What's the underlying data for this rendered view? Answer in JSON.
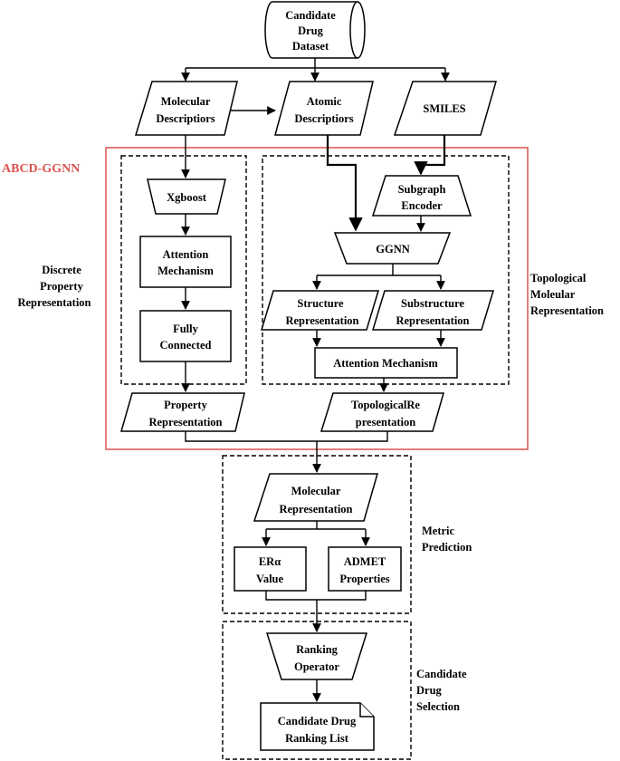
{
  "diagram": {
    "title": "ABCD-GGNN",
    "nodes": {
      "dataset": [
        "Candidate",
        "Drug",
        "Dataset"
      ],
      "mol_desc": [
        "Molecular",
        "Descriptiors"
      ],
      "atom_desc": [
        "Atomic",
        "Descriptiors"
      ],
      "smiles": [
        "SMILES"
      ],
      "xgboost": [
        "Xgboost"
      ],
      "attn1": [
        "Attention",
        "Mechanism"
      ],
      "fc": [
        "Fully",
        "Connected"
      ],
      "subgraph": [
        "Subgraph",
        "Encoder"
      ],
      "ggnn": [
        "GGNN"
      ],
      "struct_rep": [
        "Structure",
        "Representation"
      ],
      "substruct_rep": [
        "Substructure",
        "Representation"
      ],
      "attn2": [
        "Attention Mechanism"
      ],
      "prop_rep": [
        "Property",
        "Representation"
      ],
      "topo_rep": [
        "TopologicalRe",
        "presentation"
      ],
      "mol_rep": [
        "Molecular",
        "Representation"
      ],
      "er_value": [
        "ERα",
        "Value"
      ],
      "admet": [
        "ADMET",
        "Properties"
      ],
      "ranking_op": [
        "Ranking",
        "Operator"
      ],
      "rank_list": [
        "Candidate Drug",
        "Ranking List"
      ]
    },
    "side_labels": {
      "discrete": [
        "Discrete",
        "Property",
        "Representation"
      ],
      "topological": [
        "Topological",
        "Moleular",
        "Representation"
      ],
      "metric": [
        "Metric",
        "Prediction"
      ],
      "selection": [
        "Candidate",
        "Drug",
        "Selection"
      ]
    }
  }
}
